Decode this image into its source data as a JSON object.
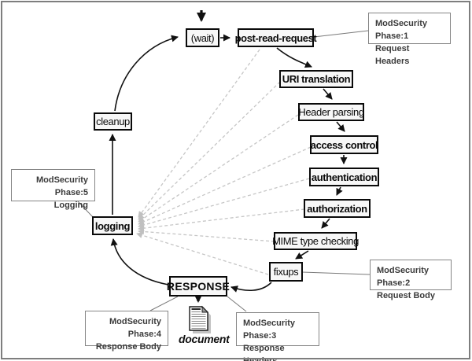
{
  "nodes": {
    "wait": "(wait)",
    "post_read_request": "post-read-request",
    "uri_translation": "URI translation",
    "header_parsing": "Header parsing",
    "access_control": "access control",
    "authentication": "authentication",
    "authorization": "authorization",
    "mime_type_checking": "MIME type checking",
    "fixups": "fixups",
    "response": "RESPONSE",
    "logging": "logging",
    "cleanup": "cleanup"
  },
  "annotations": {
    "phase1": {
      "line1": "ModSecurity Phase:1",
      "line2": "Request Headers"
    },
    "phase2": {
      "line1": "ModSecurity Phase:2",
      "line2": "Request Body"
    },
    "phase3": {
      "line1": "ModSecurity Phase:3",
      "line2": "Response Headers"
    },
    "phase4": {
      "line1": "ModSecurity Phase:4",
      "line2": "Response Body"
    },
    "phase5": {
      "line1": "ModSecurity Phase:5",
      "line2": "Logging"
    }
  },
  "document": {
    "label": "document",
    "icon": "document-icon"
  },
  "colors": {
    "node_border": "#0a0a0a",
    "node_background": "#f7f7f7",
    "annotation_border": "#858585",
    "annotation_text": "#3b3b3b",
    "dashed_line": "#c6c6c6",
    "thin_line": "#7a7a7a",
    "frame_border": "#7e7e7e"
  }
}
